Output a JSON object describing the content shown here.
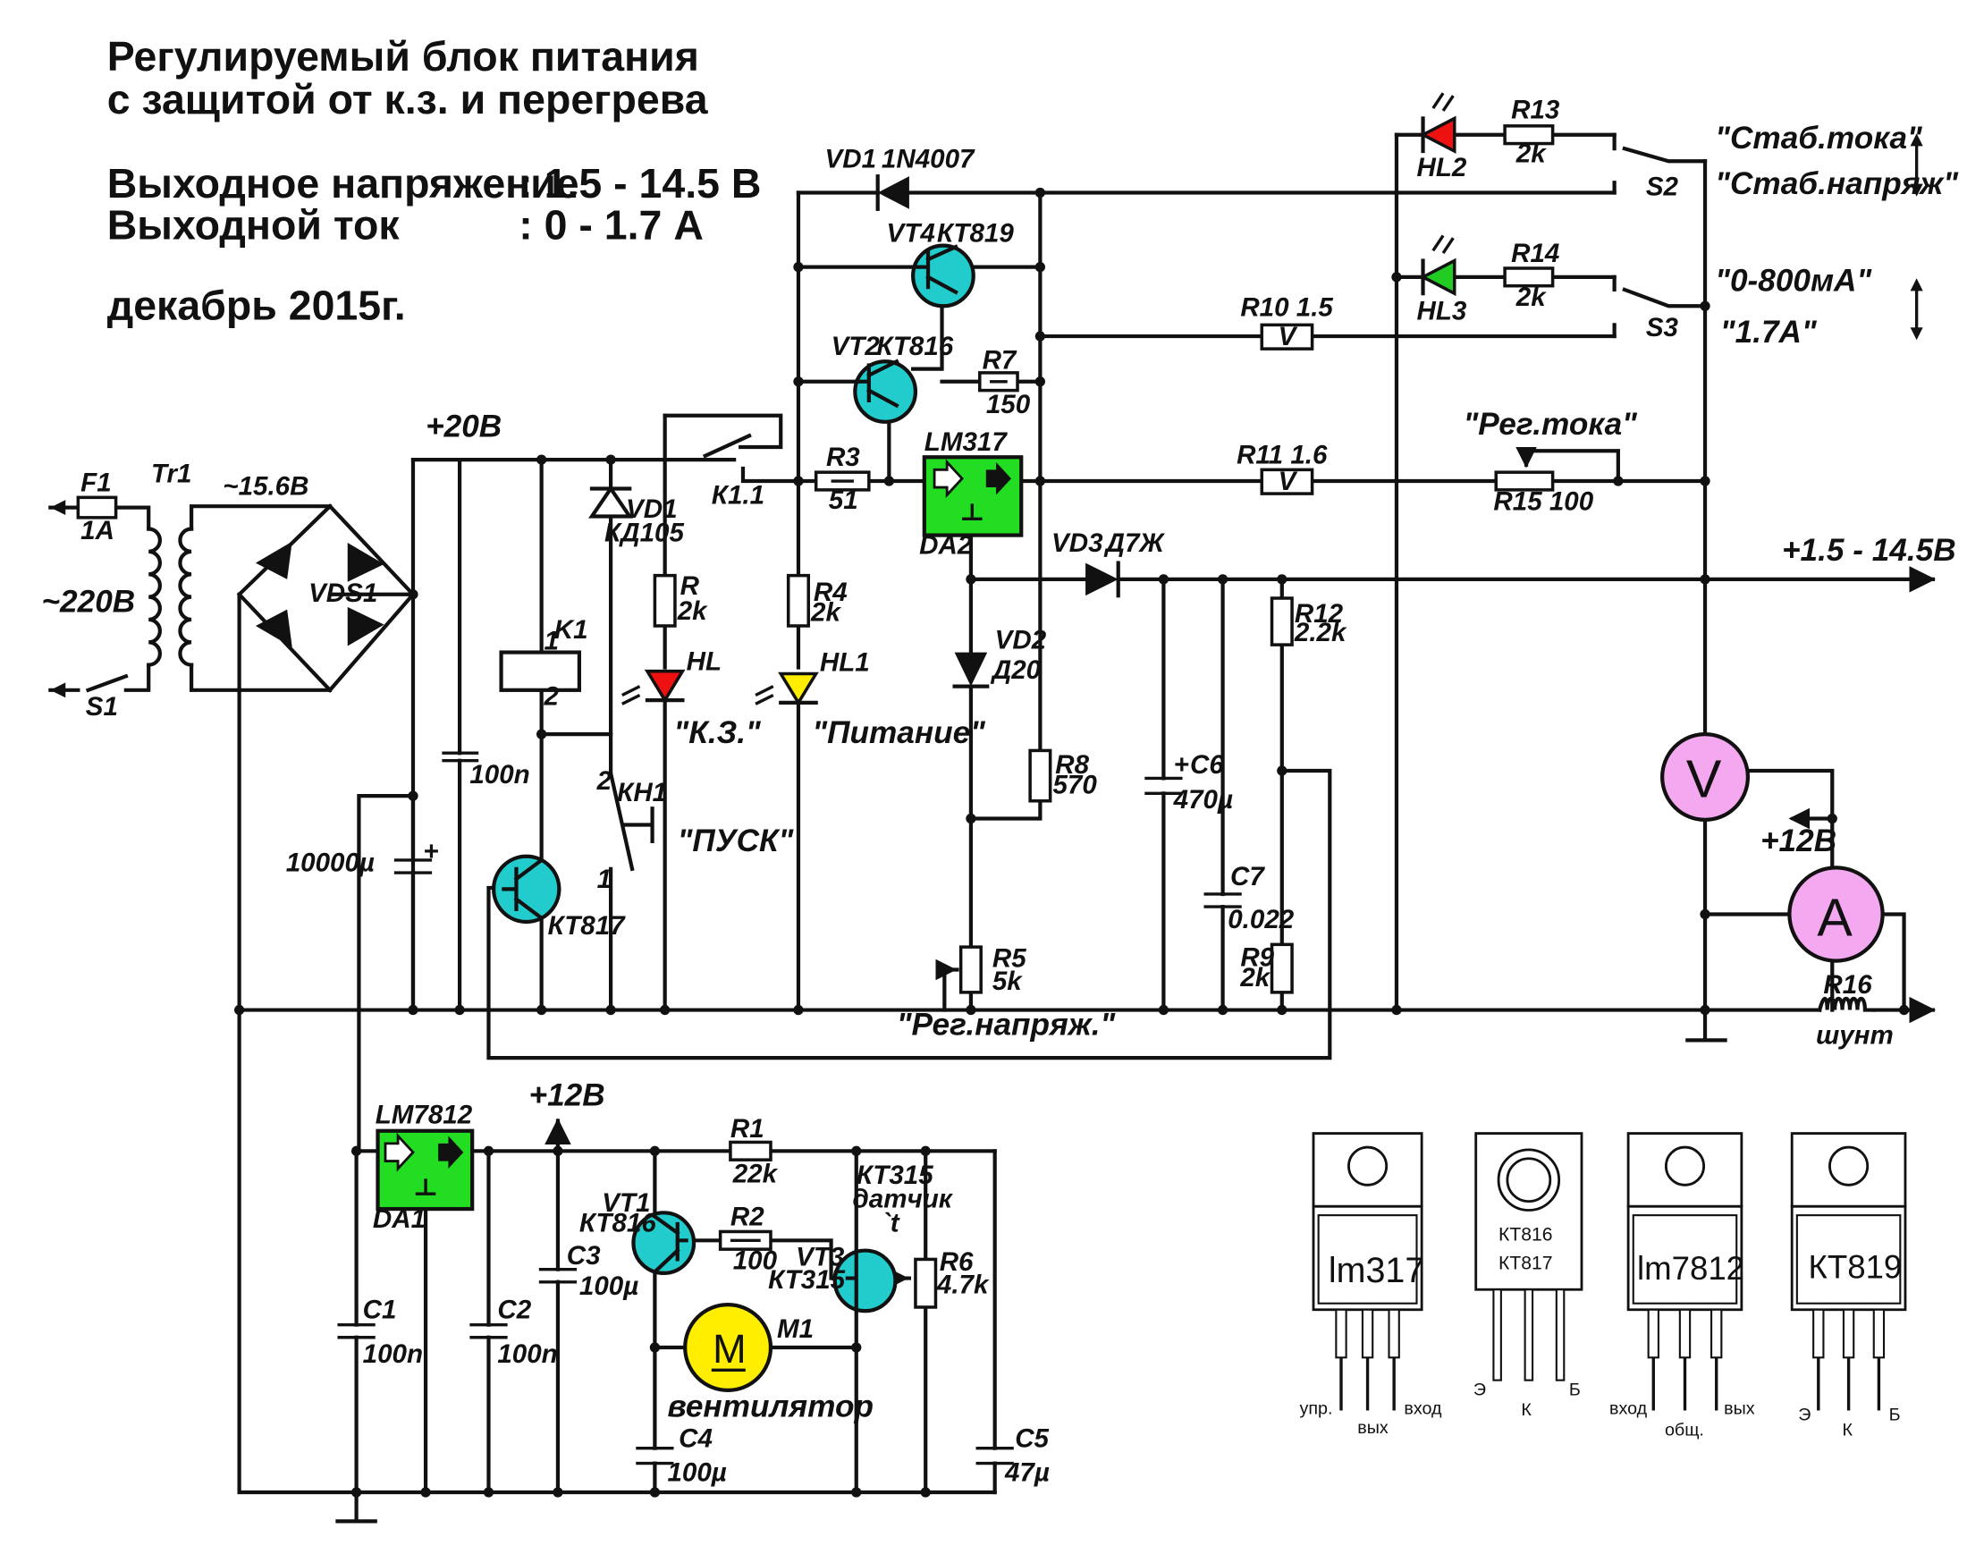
{
  "header": {
    "title_line1": "Регулируемый блок питания",
    "title_line2": "с защитой от к.з. и перегрева",
    "voltage_label": "Выходное напряжение",
    "voltage_value": ": 1.5 - 14.5 В",
    "current_label": "Выходной ток",
    "current_value": ":  0 - 1.7 А",
    "date": "декабрь 2015г."
  },
  "nets": {
    "plus20": "+20В",
    "plus12_top": "+12В",
    "plus12_meter": "+12В",
    "out": "+1.5 - 14.5В",
    "ac_secondary": "~15.6В",
    "mains": "~220В"
  },
  "components": {
    "F1": "F1",
    "F1_val": "1А",
    "Tr1": "Tr1",
    "S1": "S1",
    "VDS1": "VDS1",
    "VD1": "VD1",
    "VD1_val": "КД105",
    "K1": "K1",
    "K1_pin1": "1",
    "K1_pin2": "2",
    "K11": "К1.1",
    "KH1": "КН1",
    "KH1_pin2": "2",
    "KH1_pin1": "1",
    "C_main": "10000µ",
    "C_100n": "100n",
    "KT817": "КТ817",
    "R": "R",
    "R_val": "2k",
    "HL": "HL",
    "R3": "R3",
    "R3_val": "51",
    "R4": "R4",
    "R4_val": "2k",
    "HL1": "HL1",
    "LM317": "LM317",
    "DA2": "DA2",
    "VT2": "VT2",
    "VT2_val": "КТ816",
    "VT4": "VT4",
    "VT4_val": "КТ819",
    "R7": "R7",
    "R7_val": "150",
    "VD1N": "VD1",
    "VD1N_val": "1N4007",
    "VD2": "VD2",
    "VD2_val": "Д20",
    "VD3": "VD3",
    "VD3_val": "Д7Ж",
    "R8": "R8",
    "R8_val": "570",
    "R5": "R5",
    "R5_val": "5k",
    "C6": "C6",
    "C6_val": "470µ",
    "C7": "C7",
    "C7_val": "0.022",
    "R12": "R12",
    "R12_val": "2.2k",
    "R9": "R9",
    "R9_val": "2k",
    "R10": "R10  1.5",
    "R10_mark": "V",
    "R11": "R11  1.6",
    "R11_mark": "V",
    "R15": "R15 100",
    "R13": "R13",
    "R13_val": "2k",
    "R14": "R14",
    "R14_val": "2k",
    "HL2": "HL2",
    "HL3": "HL3",
    "S2": "S2",
    "S3": "S3",
    "meter_V": "V",
    "meter_A": "A",
    "R16": "R16",
    "R16_val": "шунт",
    "LM7812": "LM7812",
    "DA1": "DA1",
    "C1": "C1",
    "C1_val": "100n",
    "C2": "C2",
    "C2_val": "100n",
    "C3": "C3",
    "C3_val": "100µ",
    "C4": "C4",
    "C4_val": "100µ",
    "C5": "C5",
    "C5_val": "47µ",
    "R1": "R1",
    "R1_val": "22k",
    "R2": "R2",
    "R2_val": "100",
    "R6": "R6",
    "R6_val": "4.7k",
    "VT1": "VT1",
    "VT1_val": "КТ816",
    "VT3": "VT3",
    "VT3_val": "КТ315",
    "KT315_note1": "КТ315",
    "KT315_note2": "датчик",
    "KT315_note3": "`t",
    "M1": "M1",
    "M1_sym": "M",
    "fan": "вентилятор"
  },
  "notes": {
    "kz": "\"К.З.\"",
    "power": "\"Питание\"",
    "pusk": "\"ПУСК\"",
    "reg_napr": "\"Рег.напряж.\"",
    "reg_toka": "\"Рег.тока\"",
    "stab_toka": "\"Стаб.тока\"",
    "stab_napr": "\"Стаб.напряж\"",
    "range_800": "\"0-800мА\"",
    "range_17": "\"1.7А\""
  },
  "pinouts": [
    {
      "name": "lm317",
      "pins": [
        "упр.",
        "вых",
        "вход"
      ]
    },
    {
      "name": "КТ816\nКТ817",
      "name1": "КТ816",
      "name2": "КТ817",
      "pins": [
        "Э",
        "К",
        "Б"
      ]
    },
    {
      "name": "lm7812",
      "pins": [
        "вход",
        "общ.",
        "вых"
      ]
    },
    {
      "name": "КТ819",
      "pins": [
        "Э",
        "К",
        "Б"
      ]
    }
  ],
  "colors": {
    "regulator": "#22dd22",
    "transistor": "#22cccc",
    "led_red": "#ee1111",
    "led_yellow": "#ffee00",
    "led_green": "#22cc22",
    "meter": "#f4a8f0",
    "motor": "#ffee00"
  }
}
